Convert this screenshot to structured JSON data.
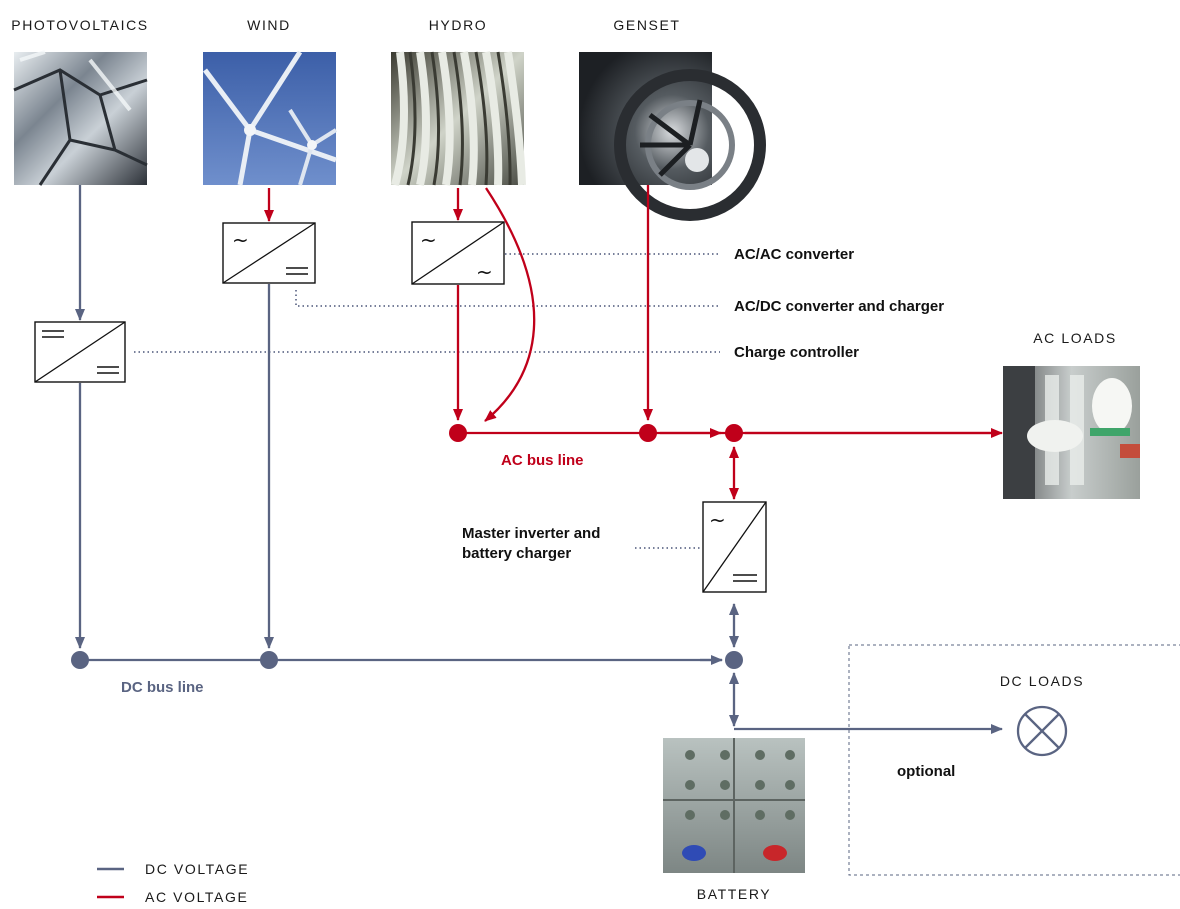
{
  "sources": {
    "photovoltaics": "PHOTOVOLTAICS",
    "wind": "WIND",
    "hydro": "HYDRO",
    "genset": "GENSET"
  },
  "loads": {
    "ac": "AC LOADS",
    "dc": "DC LOADS",
    "battery": "BATTERY"
  },
  "callouts": {
    "ac_ac": "AC/AC converter",
    "ac_dc": "AC/DC converter and charger",
    "charge_controller": "Charge controller",
    "master_line1": "Master inverter and",
    "master_line2": "battery charger",
    "optional": "optional"
  },
  "buses": {
    "ac": "AC bus line",
    "dc": "DC bus line"
  },
  "legend": {
    "dc": "DC VOLTAGE",
    "ac": "AC VOLTAGE"
  },
  "symbols": {
    "ac": "~",
    "dc": "="
  },
  "colors": {
    "ac_line": "#c0001a",
    "dc_line": "#5a6482",
    "dotted": "#4a5578"
  },
  "icons": {
    "photovoltaics": "solar-panel-photo",
    "wind": "wind-turbine-photo",
    "hydro": "hydro-turbine-photo",
    "genset": "generator-photo",
    "ac_loads": "ac-loads-photo",
    "battery": "battery-bank-photo",
    "dc_loads": "lamp-symbol"
  }
}
